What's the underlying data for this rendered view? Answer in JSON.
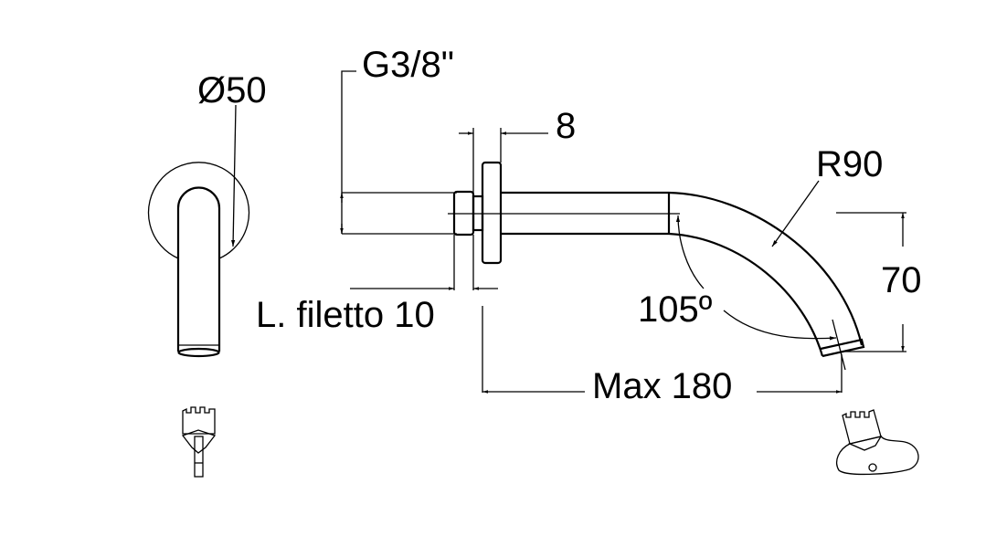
{
  "drawing": {
    "labels": {
      "diameter": "Ø50",
      "thread": "G3/8\"",
      "flange_thickness": "8",
      "thread_length": "L. filetto 10",
      "radius": "R90",
      "angle": "105º",
      "height": "70",
      "max_length": "Max 180"
    },
    "line_color": "#000000",
    "background": "#ffffff"
  }
}
